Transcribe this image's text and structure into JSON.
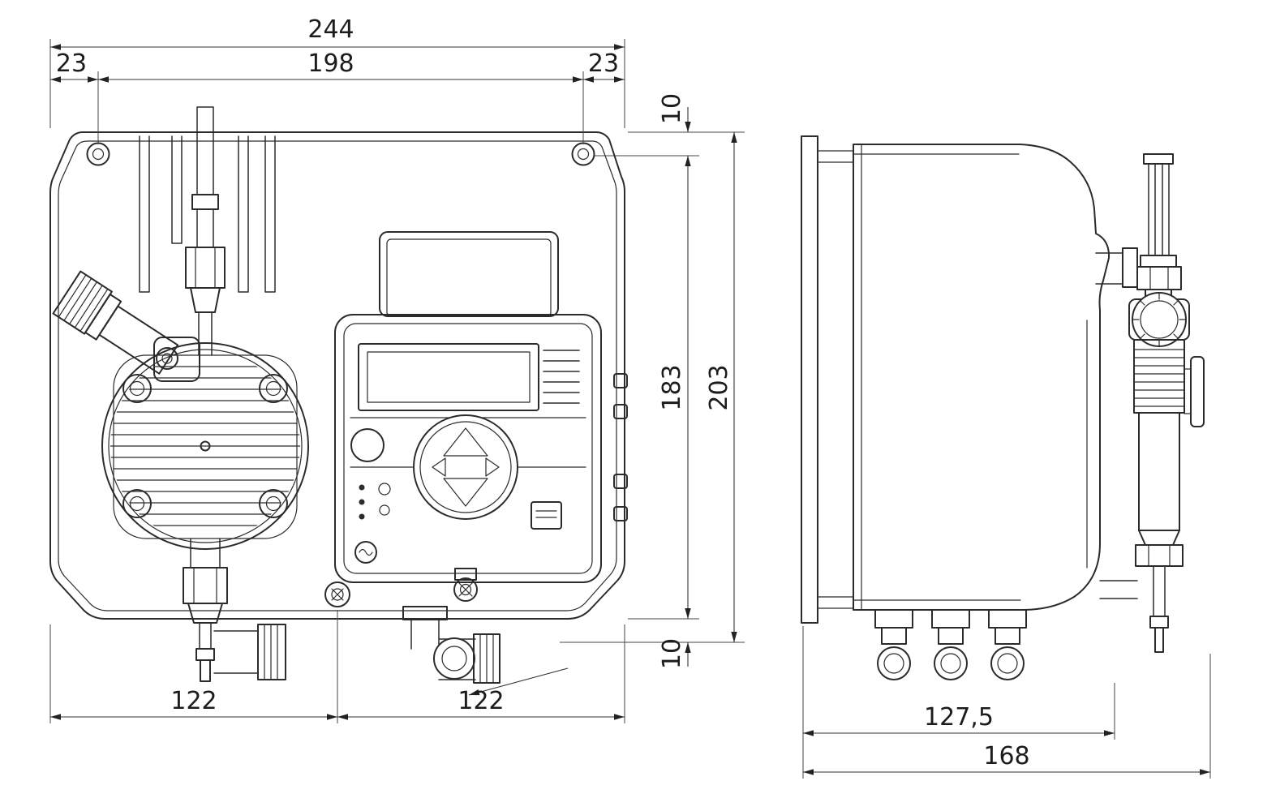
{
  "drawing": {
    "dims": {
      "w_overall": "244",
      "w_holes": "198",
      "w_left": "23",
      "w_right": "23",
      "h_top": "10",
      "h_holes": "183",
      "h_overall": "203",
      "h_bottom": "10",
      "w_bottom_left": "122",
      "w_bottom_right": "122",
      "d_body": "127,5",
      "d_overall": "168"
    },
    "colors": {
      "line": "#2b2b2b",
      "dimension_text": "#1c1c1c",
      "background": "#ffffff"
    }
  }
}
